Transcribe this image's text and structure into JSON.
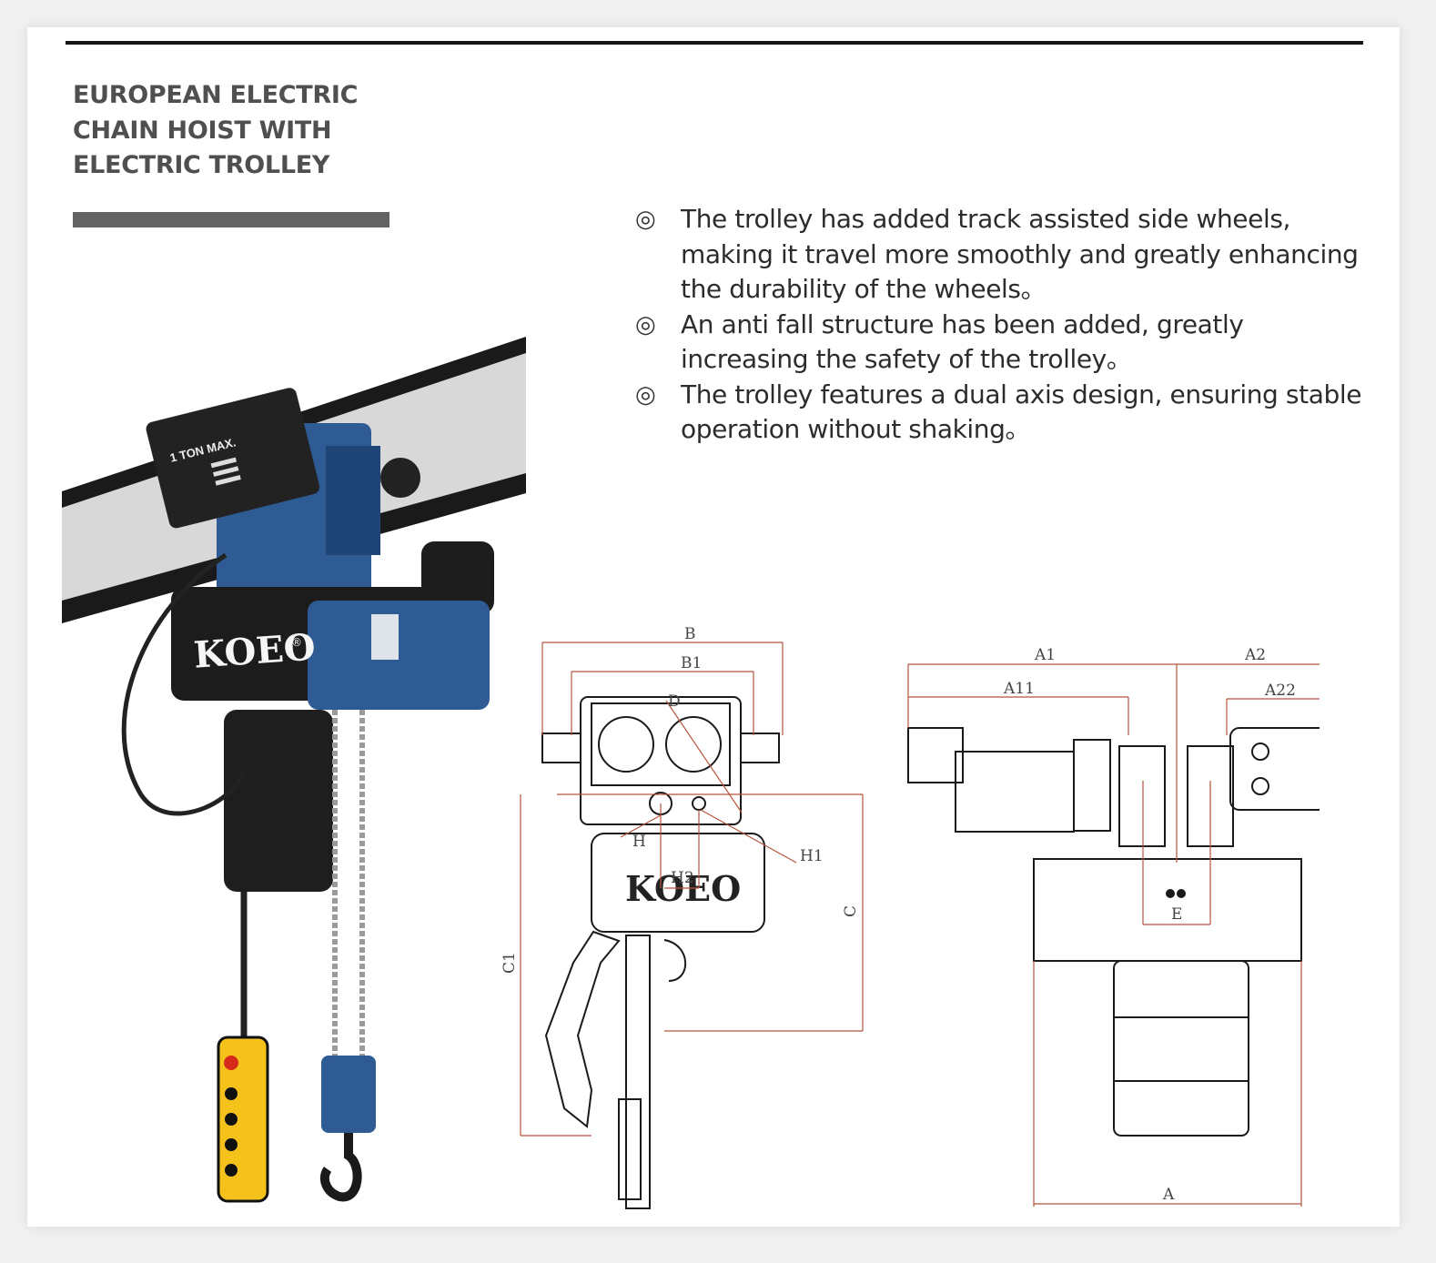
{
  "heading": {
    "lines": [
      "EUROPEAN ELECTRIC",
      "CHAIN HOIST WITH",
      "ELECTRIC TROLLEY"
    ]
  },
  "features": [
    {
      "bullet": "◎",
      "text": "The trolley has added track assisted side wheels, making it travel more smoothly and greatly enhancing the durability of the wheels。"
    },
    {
      "bullet": "◎",
      "text": "An anti fall structure has been added, greatly increasing the safety of the trolley。"
    },
    {
      "bullet": "◎",
      "text": "The trolley features a dual axis design, ensuring stable operation without shaking。"
    }
  ],
  "product_photo": {
    "brand": "KOEO",
    "trademark": "®",
    "capacity_label": "1 TON MAX."
  },
  "drawing_labels": {
    "B": "B",
    "B1": "B1",
    "D": "D",
    "H": "H",
    "H1": "H1",
    "H2": "H2",
    "C": "C",
    "C1": "C1",
    "A1": "A1",
    "A2": "A2",
    "A11": "A11",
    "A22": "A22",
    "E": "E",
    "A": "A",
    "brand": "KOEO"
  },
  "colors": {
    "heading": "#4f4f4f",
    "accent_bar": "#636363",
    "dimension_line": "#b5553a",
    "hoist_blue": "#2f5b94",
    "pendant_yellow": "#f4c21a"
  }
}
